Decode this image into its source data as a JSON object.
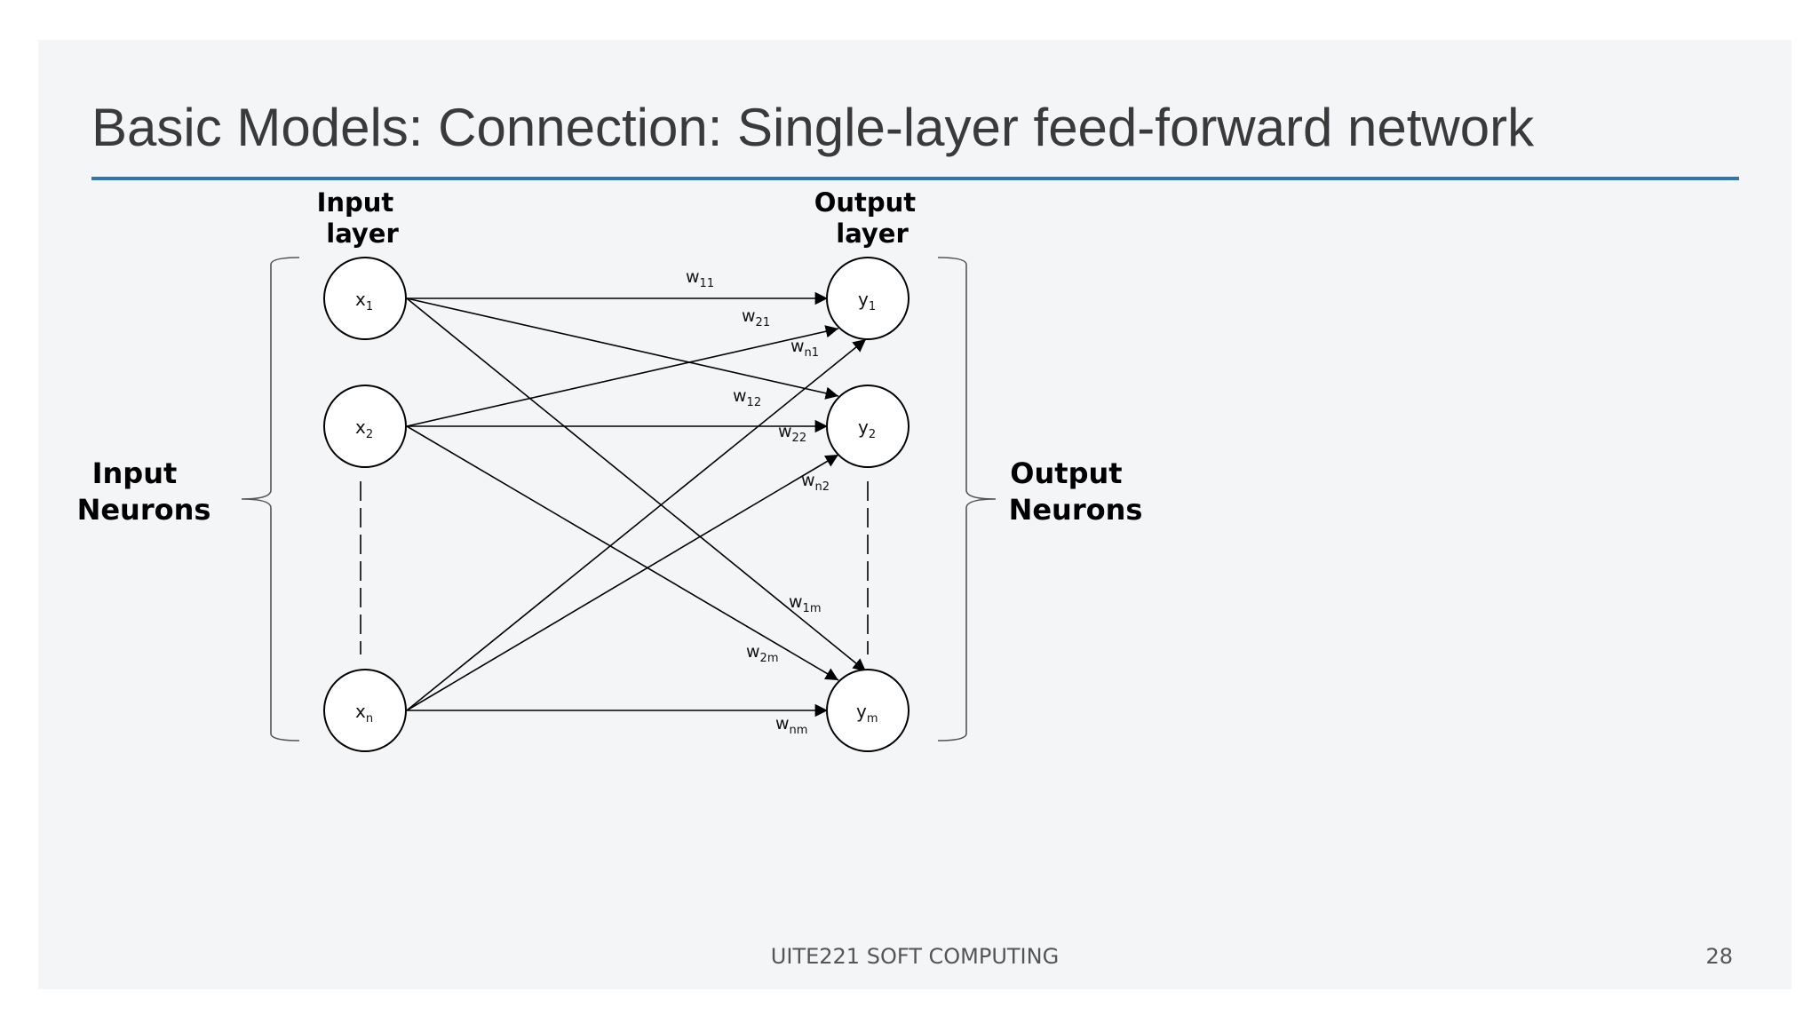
{
  "slide": {
    "title": "Basic Models: Connection: Single-layer feed-forward network",
    "footer": "UITE221 SOFT COMPUTING",
    "page_number": "28",
    "accent_color": "#2e75b6"
  },
  "diagram": {
    "input_header": [
      "Input",
      "layer"
    ],
    "output_header": [
      "Output",
      "layer"
    ],
    "input_group_label": [
      "Input",
      "Neurons"
    ],
    "output_group_label": [
      "Output",
      "Neurons"
    ],
    "input_nodes": [
      {
        "id": "x1",
        "base": "x",
        "sub": "1"
      },
      {
        "id": "x2",
        "base": "x",
        "sub": "2"
      },
      {
        "id": "xn",
        "base": "x",
        "sub": "n"
      }
    ],
    "output_nodes": [
      {
        "id": "y1",
        "base": "y",
        "sub": "1"
      },
      {
        "id": "y2",
        "base": "y",
        "sub": "2"
      },
      {
        "id": "ym",
        "base": "y",
        "sub": "m"
      }
    ],
    "weights": [
      {
        "base": "w",
        "sub": "11"
      },
      {
        "base": "w",
        "sub": "21"
      },
      {
        "base": "w",
        "sub": "n1"
      },
      {
        "base": "w",
        "sub": "12"
      },
      {
        "base": "w",
        "sub": "22"
      },
      {
        "base": "w",
        "sub": "n2"
      },
      {
        "base": "w",
        "sub": "1m"
      },
      {
        "base": "w",
        "sub": "2m"
      },
      {
        "base": "w",
        "sub": "nm"
      }
    ]
  }
}
